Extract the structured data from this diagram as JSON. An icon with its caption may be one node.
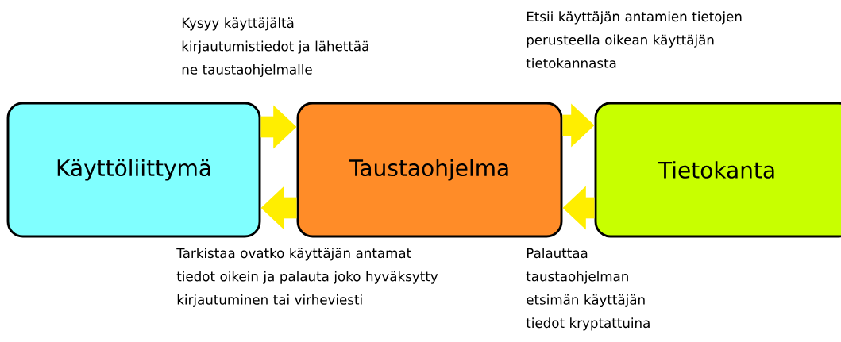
{
  "diagram": {
    "nodes": [
      {
        "text": [
          "Käyttöliittymä"
        ]
      },
      {
        "text": [
          "Taustaohjelma"
        ]
      },
      {
        "text": [
          "Tietokanta"
        ]
      }
    ],
    "edges": [
      {
        "from": 0,
        "to": 1,
        "arrow": "to",
        "label": "Kysyy käyttäjältä kirjautumistiedot ja lähettää ne taustaohjelmalle"
      },
      {
        "from": 1,
        "to": 2,
        "arrow": "to",
        "label": "Etsii käyttäjän antamien tietojen perusteella oikean käyttäjän tietokannasta"
      },
      {
        "from": 2,
        "to": 1,
        "arrow": "to",
        "label": "Palauttaa taustaohjelman etsimän käyttäjän tiedot kryptattuina"
      },
      {
        "from": 1,
        "to": 0,
        "arrow": "to",
        "label": "Tarkistaa ovatko käyttäjän antamat tiedot oikein ja palauta joko hyväksytty kirjautuminen tai virheviesti"
      }
    ]
  }
}
